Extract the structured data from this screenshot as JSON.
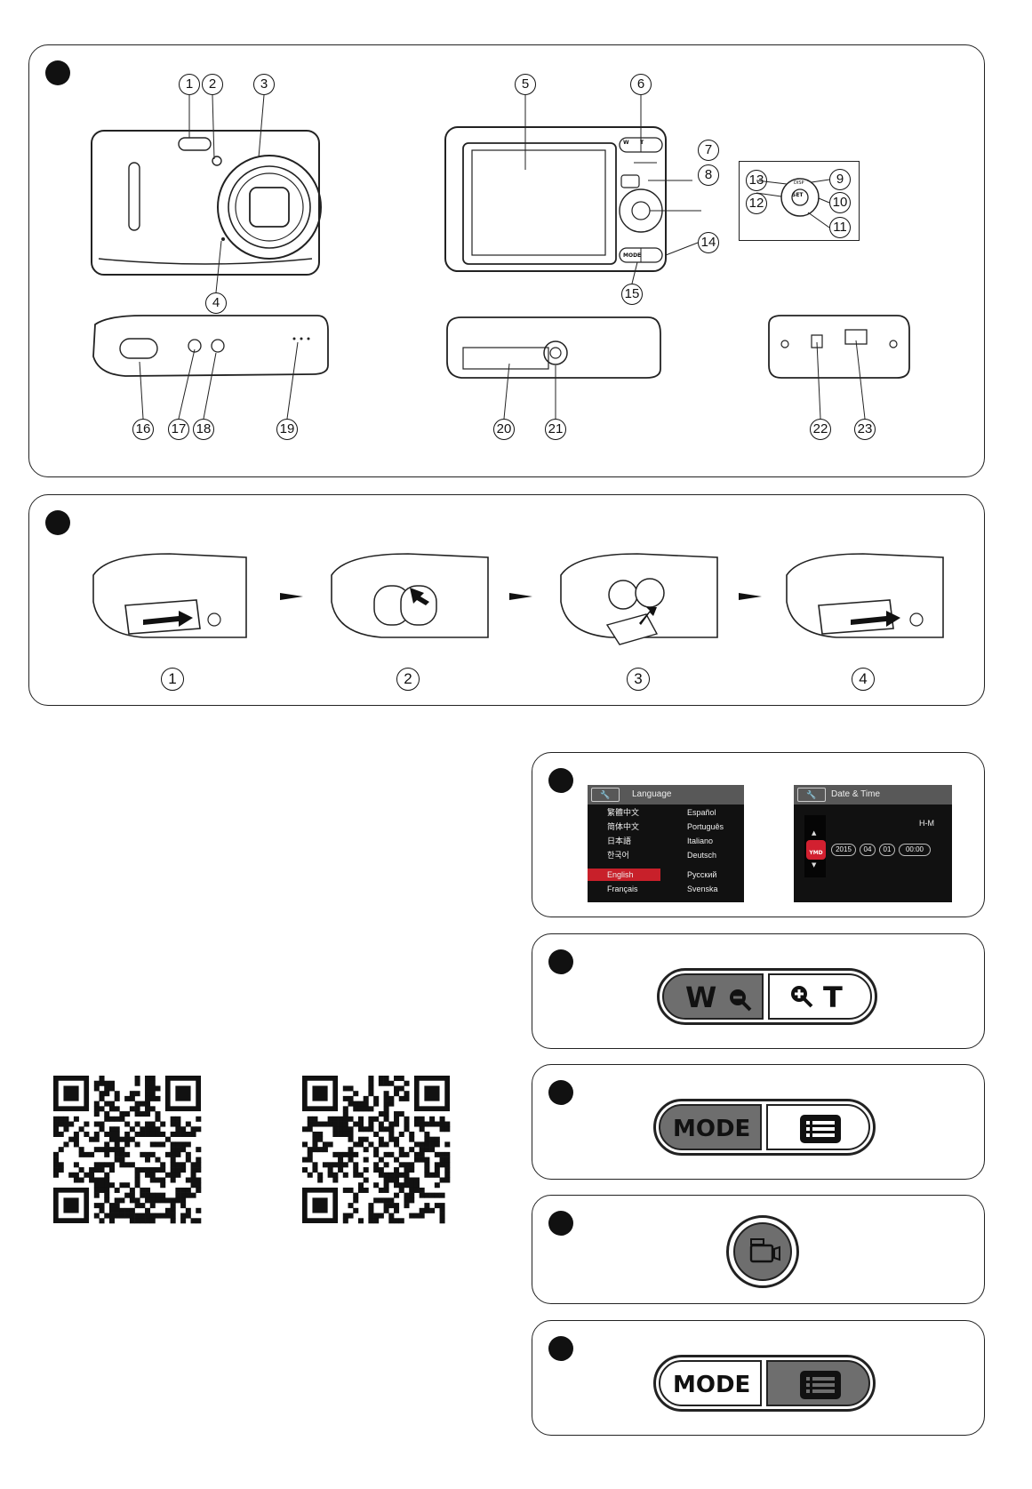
{
  "panel1": {
    "callouts": [
      "1",
      "2",
      "3",
      "4",
      "5",
      "6",
      "7",
      "8",
      "9",
      "10",
      "11",
      "12",
      "13",
      "14",
      "15",
      "16",
      "17",
      "18",
      "19",
      "20",
      "21",
      "22",
      "23"
    ],
    "zoom_key": {
      "wide": "W",
      "tele": "T"
    },
    "nav": {
      "center": "SET",
      "top": "DISP"
    },
    "mode_key": "MODE"
  },
  "panel2": {
    "steps": [
      "1",
      "2",
      "3",
      "4"
    ]
  },
  "language_screen": {
    "title": "Language",
    "left": [
      "繁體中文",
      "简体中文",
      "日本語",
      "한국어",
      "English",
      "Français"
    ],
    "right": [
      "Español",
      "Português",
      "Italiano",
      "Deutsch",
      "Русский",
      "Svenska"
    ],
    "selected": "English"
  },
  "datetime_screen": {
    "title": "Date & Time",
    "format": "H-M",
    "badge": "YMD",
    "fields": [
      "2015",
      "04",
      "01",
      "00:00"
    ]
  },
  "zoom_button": {
    "left": "W",
    "right": "T"
  },
  "mode_button_a": {
    "left": "MODE"
  },
  "mode_button_b": {
    "left": "MODE"
  },
  "colors": {
    "pressed": "#6e6e6e",
    "selected_row": "#c8202a",
    "badge": "#d22030"
  }
}
